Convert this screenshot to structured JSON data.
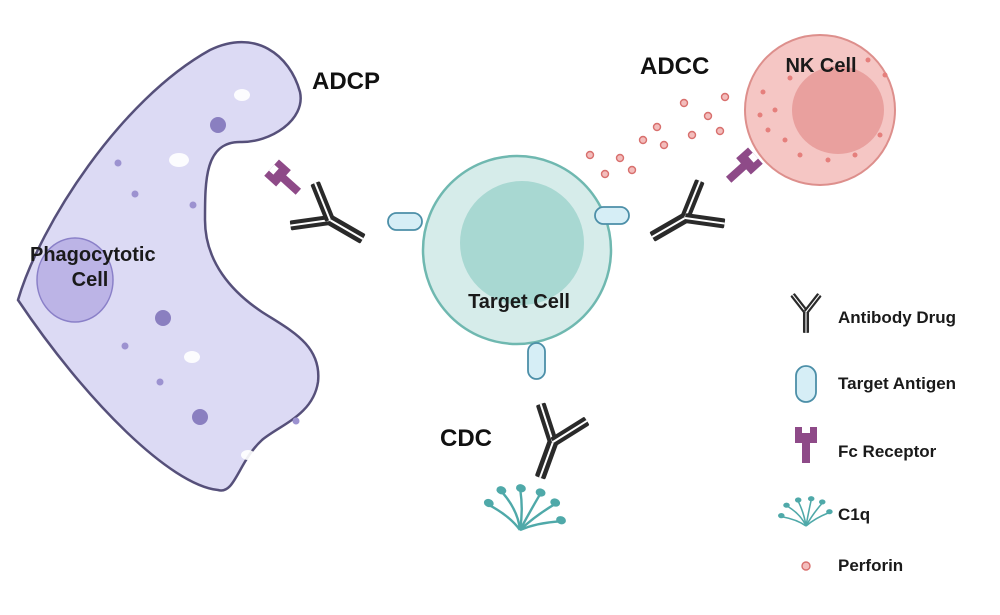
{
  "mechanisms": {
    "adcp": "ADCP",
    "adcc": "ADCC",
    "cdc": "CDC"
  },
  "cells": {
    "phagocytic_line1": "Phagocytotic",
    "phagocytic_line2": "Cell",
    "nk": "NK Cell",
    "target": "Target Cell"
  },
  "legend": {
    "antibody_drug": "Antibody Drug",
    "target_antigen": "Target Antigen",
    "fc_receptor": "Fc Receptor",
    "c1q": "C1q",
    "perforin": "Perforin"
  },
  "colors": {
    "phagocyte_fill": "#dcdaf4",
    "phagocyte_nucleus": "#bcb4e6",
    "nk_fill": "#f5c6c4",
    "nk_nucleus": "#e9a09e",
    "target_fill": "#d6ecea",
    "target_nucleus": "#a8d8d2",
    "antibody": "#2a2a2a",
    "antigen": "#d6eef6",
    "fc_receptor": "#8e4a88",
    "c1q": "#4fa9a9",
    "perforin": "#e8908f"
  }
}
